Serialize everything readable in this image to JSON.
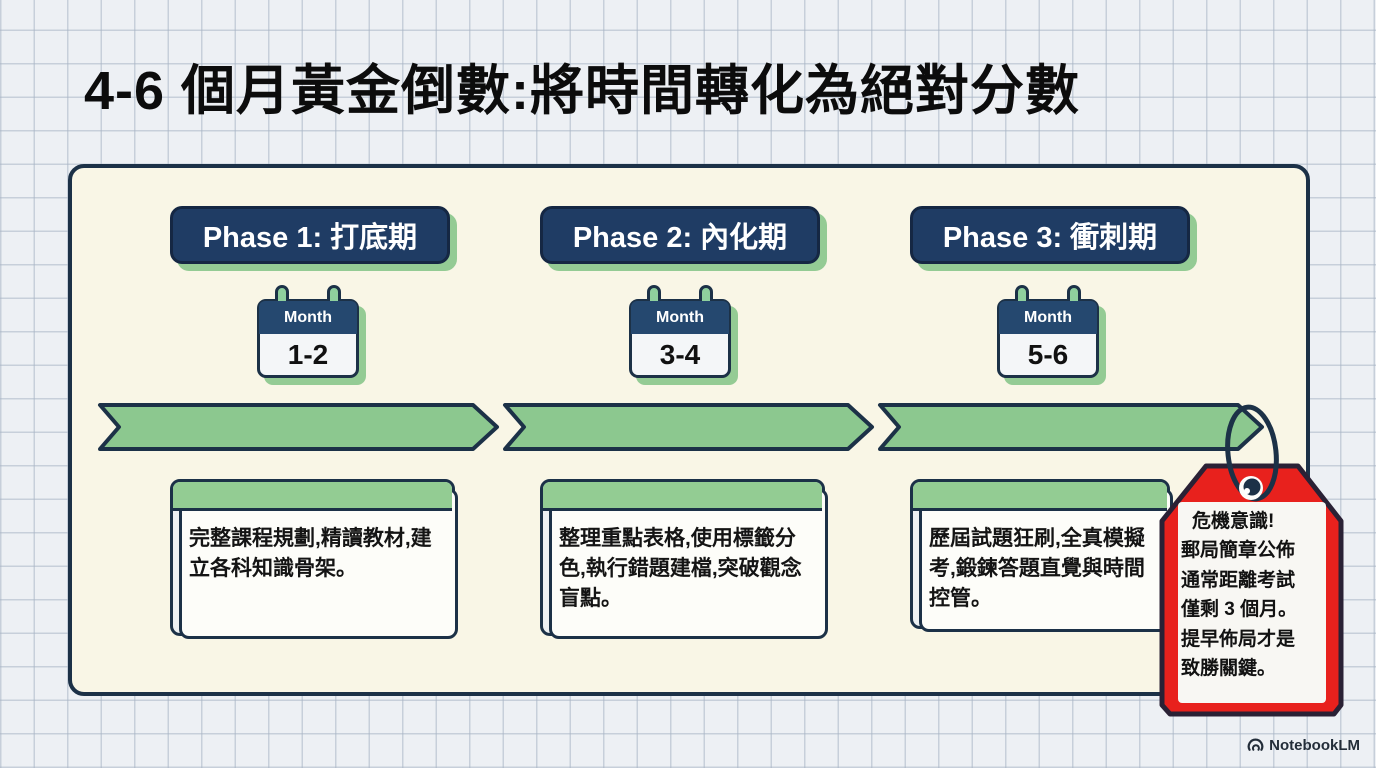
{
  "title": "4-6 個月黃金倒數:將時間轉化為絕對分數",
  "phases": [
    {
      "header": "Phase 1: 打底期",
      "calendar": {
        "label": "Month",
        "range": "1-2"
      },
      "description": "完整課程規劃,精讀教材,建立各科知識骨架。"
    },
    {
      "header": "Phase 2: 內化期",
      "calendar": {
        "label": "Month",
        "range": "3-4"
      },
      "description": "整理重點表格,使用標籤分色,執行錯題建檔,突破觀念盲點。"
    },
    {
      "header": "Phase 3: 衝刺期",
      "calendar": {
        "label": "Month",
        "range": "5-6"
      },
      "description": "歷屆試題狂刷,全真模擬考,鍛鍊答題直覺與時間控管。"
    }
  ],
  "warning_tag": {
    "lines": [
      "危機意識!",
      "郵局簡章公佈",
      "通常距離考試",
      "僅剩 3 個月。",
      "提早佈局才是",
      "致勝關鍵。"
    ]
  },
  "branding": {
    "watermark": "NotebookLM"
  },
  "colors": {
    "navy": "#1c3147",
    "green": "#8cc88f",
    "cream": "#f9f6e6",
    "red": "#e8211d"
  }
}
